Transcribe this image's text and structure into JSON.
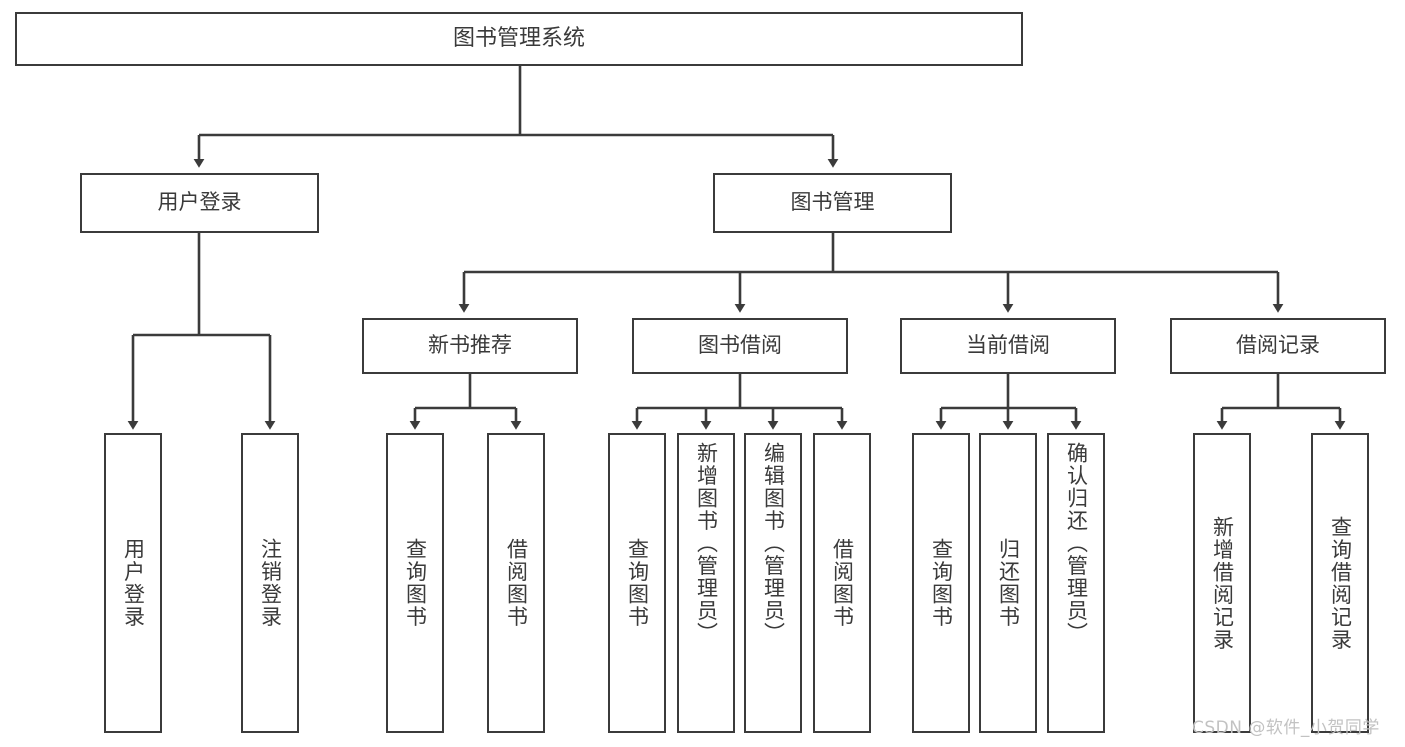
{
  "diagram": {
    "type": "hierarchy-tree",
    "root": {
      "label": "图书管理系统"
    },
    "level2": [
      {
        "label": "用户登录"
      },
      {
        "label": "图书管理"
      }
    ],
    "level3": [
      {
        "label": "新书推荐"
      },
      {
        "label": "图书借阅"
      },
      {
        "label": "当前借阅"
      },
      {
        "label": "借阅记录"
      }
    ],
    "leaves": {
      "user_login": [
        {
          "label": "用户登录"
        },
        {
          "label": "注销登录"
        }
      ],
      "new_book_recommend": [
        {
          "label": "查询图书"
        },
        {
          "label": "借阅图书"
        }
      ],
      "book_borrow": [
        {
          "label": "查询图书"
        },
        {
          "label": "新增图书（管理员）"
        },
        {
          "label": "编辑图书（管理员）"
        },
        {
          "label": "借阅图书"
        }
      ],
      "current_borrow": [
        {
          "label": "查询图书"
        },
        {
          "label": "归还图书"
        },
        {
          "label": "确认归还（管理员）"
        }
      ],
      "borrow_record": [
        {
          "label": "新增借阅记录"
        },
        {
          "label": "查询借阅记录"
        }
      ]
    }
  },
  "watermark": {
    "text": "CSDN @软件_小贺同学"
  },
  "colors": {
    "stroke": "#3b3b3b",
    "text": "#3a3a3a",
    "background": "#ffffff",
    "watermark": "#c2c2c2"
  }
}
